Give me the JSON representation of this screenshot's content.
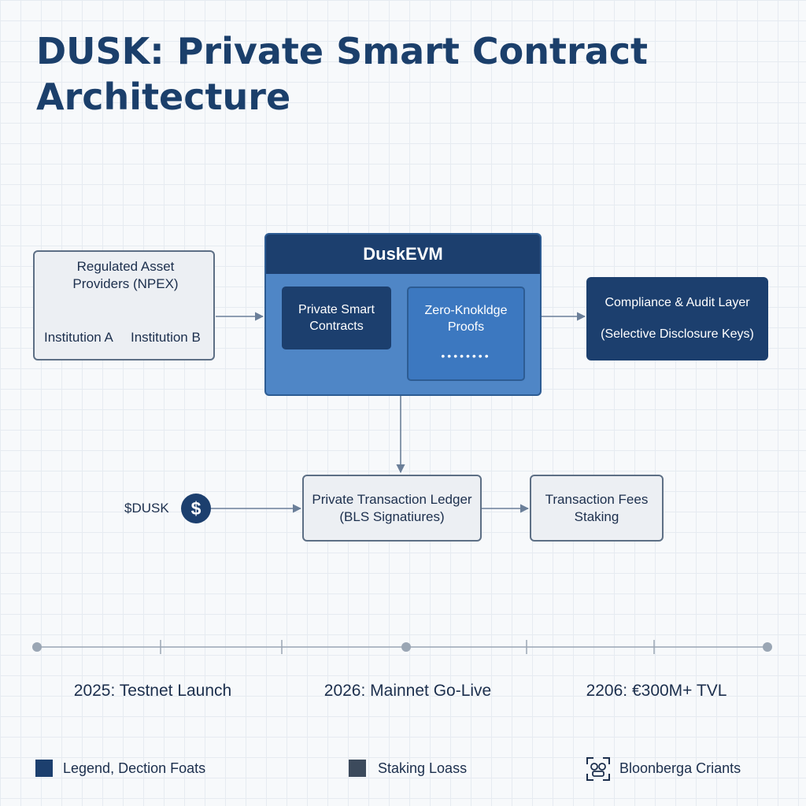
{
  "title": {
    "line1": "DUSK:  Private Smart Contract",
    "line2": "Architecture"
  },
  "regulated": {
    "title_line1": "Regulated Asset",
    "title_line2": "Providers (NPEX)",
    "institution_a": "Institution A",
    "institution_b": "Institution B"
  },
  "evm": {
    "title": "DuskEVM",
    "private_contracts_line1": "Private Smart",
    "private_contracts_line2": "Contracts",
    "zk_line1": "Zero-Knokldge",
    "zk_line2": "Proofs",
    "zk_dots": "••••••••"
  },
  "compliance": {
    "line1": "Compliance & Audit Layer",
    "line2": "(Selective Disclosure Keys)"
  },
  "token": {
    "label": "$DUSK",
    "coin_symbol": "$"
  },
  "ledger": {
    "line1": "Private Transaction Ledger",
    "line2": "(BLS Signatiures)"
  },
  "fees": {
    "line1": "Transaction Fees",
    "line2": "Staking"
  },
  "timeline": {
    "milestones": [
      "2025: Testnet Launch",
      "2026: Mainnet Go-Live",
      "2206: €300M+ TVL"
    ]
  },
  "legend": {
    "items": [
      {
        "label": "Legend, Dection Foats",
        "color": "#1c3f6e",
        "icon": "square"
      },
      {
        "label": "Staking Loass",
        "color": "#3c4a5c",
        "icon": "square"
      },
      {
        "label": "Bloonberga  Criants",
        "color": "#1c2f4d",
        "icon": "focus-frame-icon"
      }
    ]
  },
  "colors": {
    "navy": "#1c3f6e",
    "blue": "#4f86c6",
    "light_box": "#eceff3",
    "title": "#1b3f6b"
  }
}
